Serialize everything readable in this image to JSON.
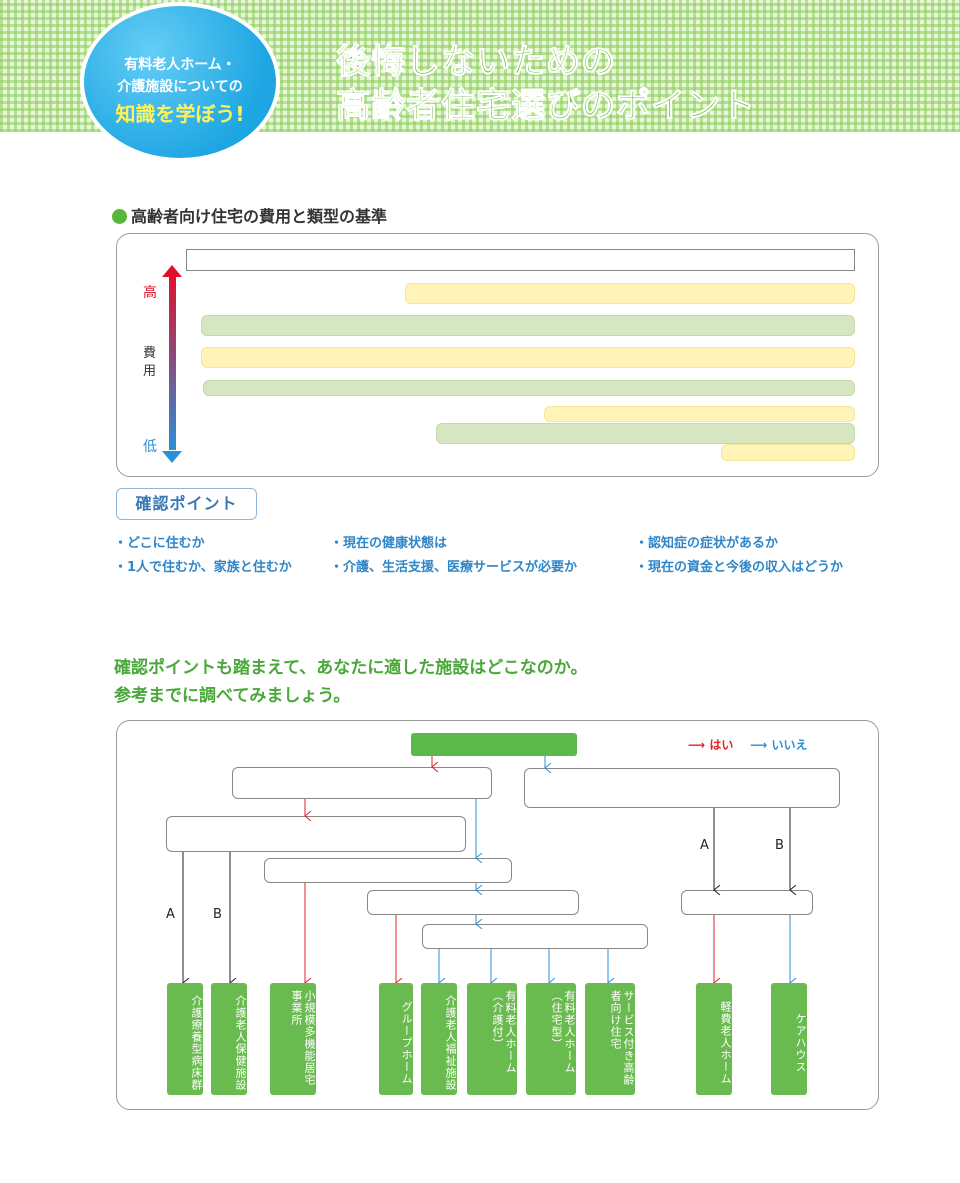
{
  "badge": {
    "line1": "有料老人ホーム・",
    "line2": "介護施設についての",
    "line3": "知識を学ぼう!"
  },
  "title": {
    "line1": "後悔しないための",
    "line2": "高齢者住宅選びのポイント"
  },
  "section1": {
    "title": "高齢者向け住宅の費用と類型の基準",
    "axis": {
      "high": "高",
      "cost": "費用",
      "low": "低"
    }
  },
  "kakunin": {
    "label": "確認ポイント",
    "points": [
      "・どこに住むか",
      "・1人で住むか、家族と住むか",
      "・現在の健康状態は",
      "・介護、生活支援、医療サービスが必要か",
      "・認知症の症状があるか",
      "・現在の資金と今後の収入はどうか"
    ]
  },
  "message": {
    "line1": "確認ポイントも踏まえて、あなたに適した施設はどこなのか。",
    "line2": "参考までに調べてみましょう。"
  },
  "legend": {
    "yes": "⟶ はい",
    "no": "⟶ いいえ"
  },
  "flow": {
    "ab_labels": [
      "A",
      "B",
      "A",
      "B"
    ],
    "results": [
      "介護療養型病床群",
      "介護老人保健施設",
      "小規模多機能居宅事業所",
      "グループホーム",
      "介護老人福祉施設",
      "有料老人ホーム（介護付）",
      "有料老人ホーム（住宅型）",
      "サービス付き高齢者向け住宅",
      "軽費老人ホーム",
      "ケアハウス"
    ]
  },
  "colors": {
    "yes": "#e0202a",
    "no": "#2a8fd8",
    "green": "#6abb4f"
  }
}
